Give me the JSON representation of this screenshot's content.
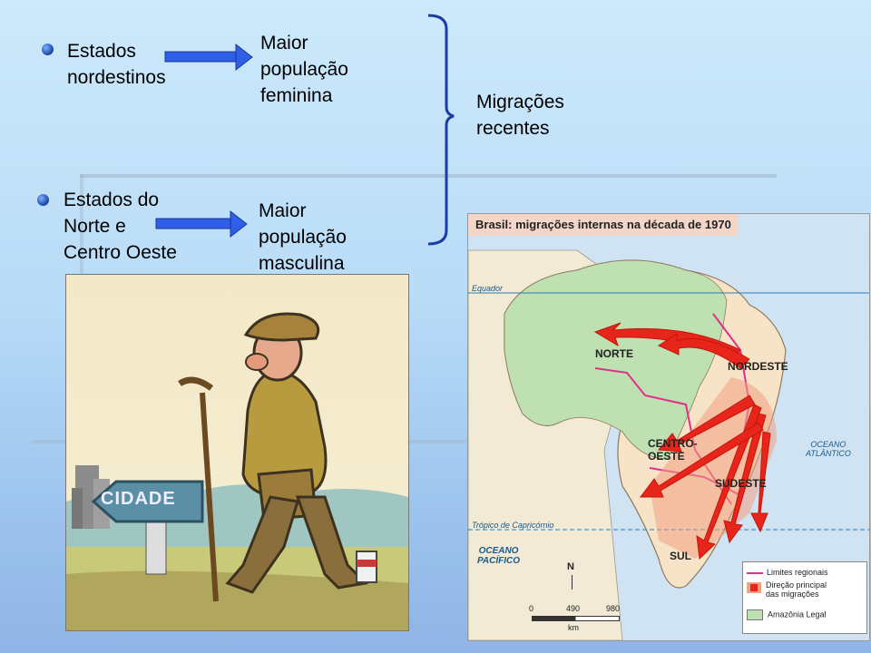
{
  "left_column": {
    "item1": {
      "label": "Estados\n nordestinos",
      "result": "Maior\npopulação\nfeminina"
    },
    "item2": {
      "label": "Estados do\nNorte e\nCentro Oeste",
      "result": "Maior\npopulação\nmasculina"
    }
  },
  "brace_label": "Migrações\nrecentes",
  "cartoon": {
    "sign_text": "CIDADE"
  },
  "map": {
    "title": "Brasil: migrações internas na década de 1970",
    "equator": "Equador",
    "tropic": "Trópico de Capricórnio",
    "ocean_atlantic": "OCEANO\nATLÂNTICO",
    "ocean_pacific": "OCEANO\nPACÍFICO",
    "regions": {
      "norte": "NORTE",
      "nordeste": "NORDESTE",
      "centro_oeste": "CENTRO-\nOESTE",
      "sudeste": "SUDESTE",
      "sul": "SUL"
    },
    "north_arrow": "N",
    "scale": {
      "s0": "0",
      "s1": "490",
      "s2": "980",
      "unit": "km"
    },
    "legend": {
      "limits": "Limites regionais",
      "direction": "Direção principal\ndas migrações",
      "amazonia": "Amazônia Legal"
    },
    "colors": {
      "amazonia": "#bfe0b0",
      "limits": "#e0308a",
      "arrow": "#e8251a",
      "land": "#f7e3c8",
      "sea": "#cfe3f3"
    }
  }
}
